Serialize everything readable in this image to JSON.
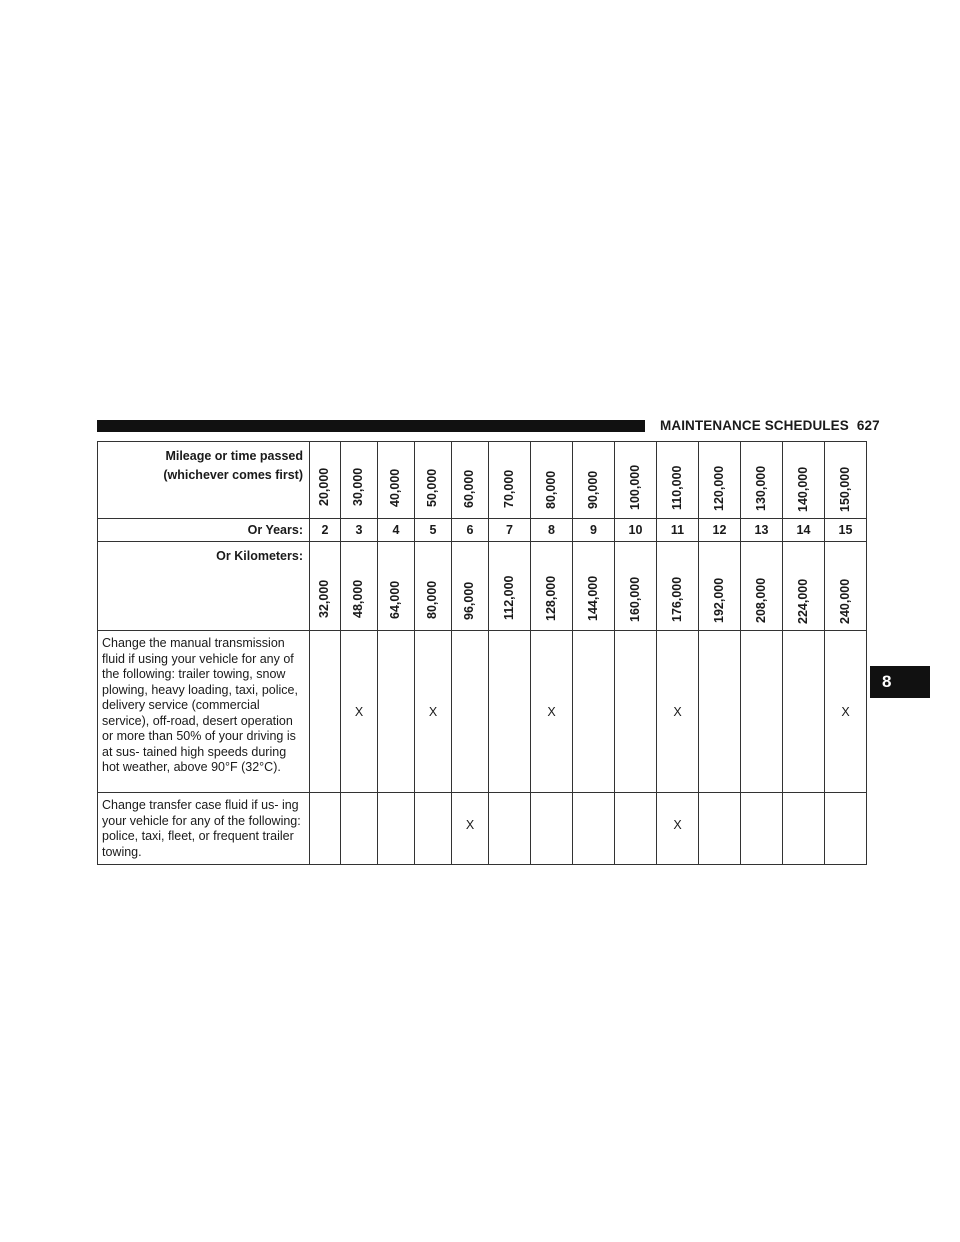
{
  "header": {
    "title": "MAINTENANCE SCHEDULES",
    "page_number": "627"
  },
  "tab": {
    "label": "8"
  },
  "table": {
    "mileage_label_1": "Mileage or time passed",
    "mileage_label_2": "(whichever comes first)",
    "miles": [
      "20,000",
      "30,000",
      "40,000",
      "50,000",
      "60,000",
      "70,000",
      "80,000",
      "90,000",
      "100,000",
      "110,000",
      "120,000",
      "130,000",
      "140,000",
      "150,000"
    ],
    "years_label": "Or Years:",
    "years": [
      "2",
      "3",
      "4",
      "5",
      "6",
      "7",
      "8",
      "9",
      "10",
      "11",
      "12",
      "13",
      "14",
      "15"
    ],
    "km_label": "Or Kilometers:",
    "kilometers": [
      "32,000",
      "48,000",
      "64,000",
      "80,000",
      "96,000",
      "112,000",
      "128,000",
      "144,000",
      "160,000",
      "176,000",
      "192,000",
      "208,000",
      "224,000",
      "240,000"
    ],
    "rows": [
      {
        "description": "Change the manual transmission fluid if using your vehicle for any of the following: trailer towing, snow plowing, heavy loading, taxi, police, delivery service (commercial service), off-road, desert operation or more than 50% of your driving is at sus- tained high speeds during hot weather, above 90°F (32°C).",
        "marks": [
          "",
          "X",
          "",
          "X",
          "",
          "",
          "X",
          "",
          "",
          "X",
          "",
          "",
          "",
          "X"
        ]
      },
      {
        "description": "Change transfer case fluid if us- ing your vehicle for any of the following: police, taxi, fleet, or frequent trailer towing.",
        "marks": [
          "",
          "",
          "",
          "",
          "X",
          "",
          "",
          "",
          "",
          "X",
          "",
          "",
          "",
          ""
        ]
      }
    ]
  }
}
